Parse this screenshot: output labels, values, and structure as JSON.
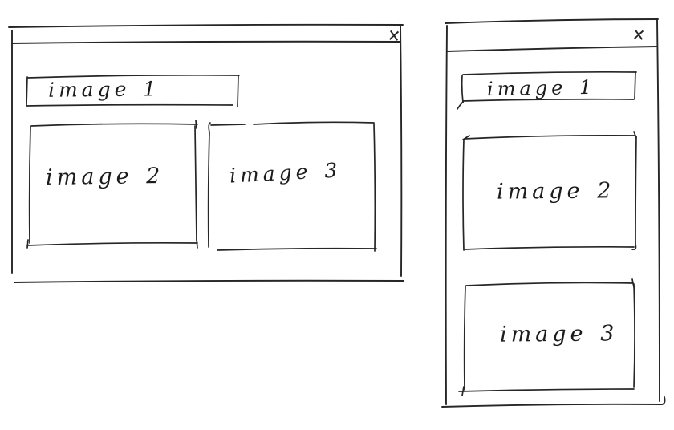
{
  "colors": {
    "ink": "#262626",
    "background": "#ffffff"
  },
  "left_window": {
    "close_icon": "✕",
    "banner_label": "image 1",
    "left_box_label": "image 2",
    "right_box_label": "image 3"
  },
  "right_window": {
    "close_icon": "✕",
    "banner_label": "image 1",
    "top_box_label": "image 2",
    "bottom_box_label": "image 3"
  }
}
